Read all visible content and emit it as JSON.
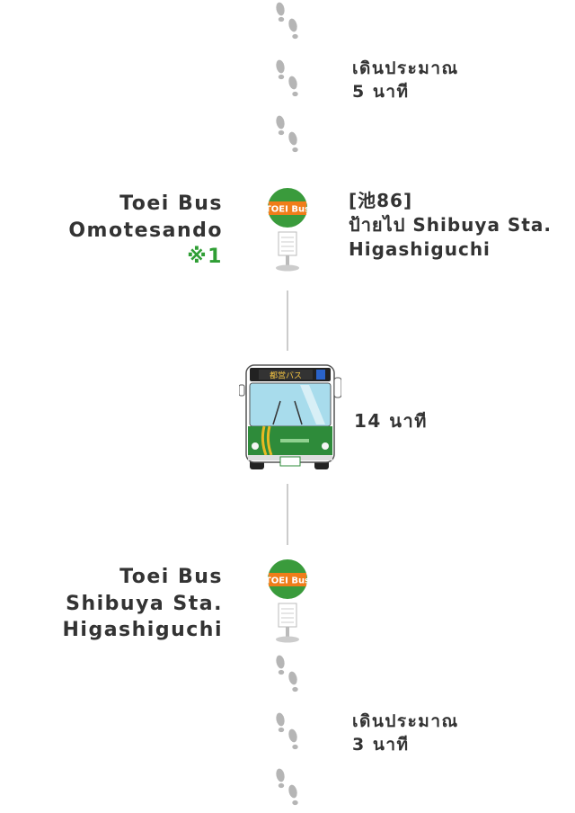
{
  "walk_top": {
    "line1": "เดินประมาณ",
    "line2": "5 นาที"
  },
  "stop_board": {
    "name_lines": [
      "Toei Bus",
      "Omotesando"
    ],
    "note": "※1",
    "route_id": "[池86]",
    "route_direction_line1": "ป้ายไป Shibuya Sta.",
    "route_direction_line2": "Higashiguchi",
    "sign_label": "TOEI Bus"
  },
  "bus": {
    "ride_time": "14 นาที",
    "destination_display": "都営バス"
  },
  "stop_alight": {
    "name_lines": [
      "Toei Bus",
      "Shibuya Sta.",
      "Higashiguchi"
    ],
    "sign_label": "TOEI Bus"
  },
  "walk_bottom": {
    "line1": "เดินประมาณ",
    "line2": "3 นาที"
  },
  "colors": {
    "text": "#333333",
    "accent_green": "#2f9e34",
    "sign_green": "#3a9b3c",
    "sign_orange": "#f07d1a",
    "bus_green": "#2e8b3a",
    "footprint": "#b5b5b5",
    "connector": "#cccccc"
  }
}
